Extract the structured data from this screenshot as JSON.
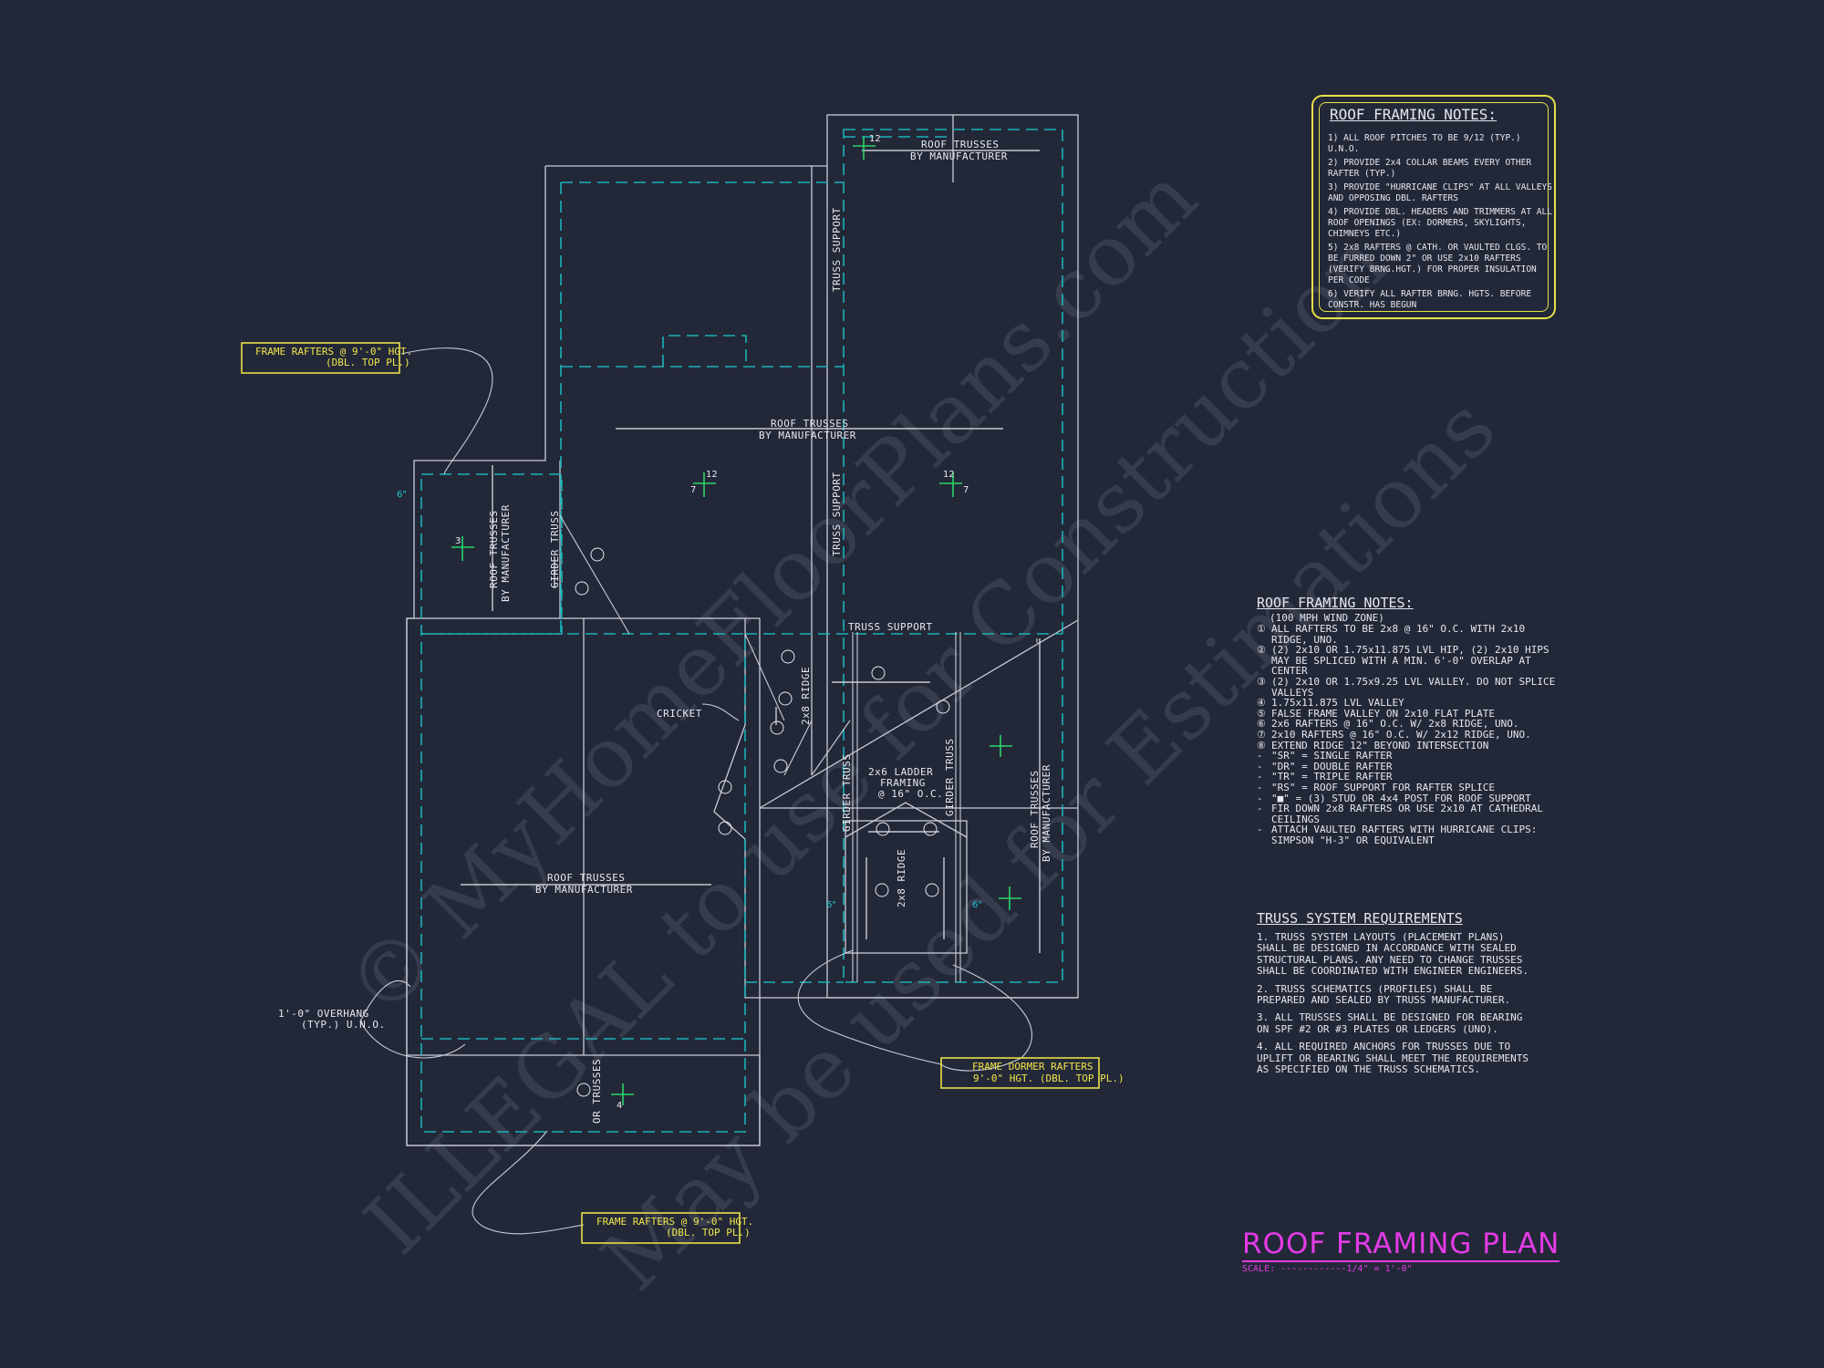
{
  "watermark": {
    "line1": "© MyHomeFloorPlans.com",
    "line2": "ILLEGAL to use for Construction",
    "line3": "May be used for Estimations"
  },
  "plan_labels": {
    "roof_trusses": "ROOF TRUSSES",
    "by_manufacturer": "BY MANUFACTURER",
    "truss_support": "TRUSS SUPPORT",
    "girder_truss": "GIRDER TRUSS",
    "ridge_2x8": "2x8 RIDGE",
    "cricket": "CRICKET",
    "ladder_1": "2x6 LADDER",
    "ladder_2": "FRAMING",
    "ladder_3": "@ 16\" O.C.",
    "or_trusses": "OR TRUSSES",
    "overhang_1": "1'-0\" OVERHANG",
    "overhang_2": "(TYP.) U.N.O.",
    "dim_6in": "6\"",
    "pitch_12": "12",
    "pitch_7": "7",
    "pitch_3": "3",
    "pitch_4": "4"
  },
  "callouts": {
    "top_left_1": "FRAME RAFTERS @ 9'-0\" HGT.",
    "top_left_2": "(DBL. TOP PL.)",
    "bottom_1": "FRAME RAFTERS @ 9'-0\" HGT.",
    "bottom_2": "(DBL. TOP PL.)",
    "dormer_1": "FRAME DORMER RAFTERS",
    "dormer_2": "9'-0\" HGT. (DBL. TOP PL.)"
  },
  "notes_box": {
    "title": "ROOF FRAMING NOTES:",
    "items": [
      "1) ALL ROOF PITCHES TO BE 9/12 (TYP.) U.N.O.",
      "2) PROVIDE 2x4 COLLAR BEAMS EVERY OTHER RAFTER (TYP.)",
      "3) PROVIDE \"HURRICANE CLIPS\" AT ALL VALLEYS AND OPPOSING DBL. RAFTERS",
      "4) PROVIDE DBL. HEADERS AND TRIMMERS AT ALL ROOF OPENINGS (EX: DORMERS, SKYLIGHTS, CHIMNEYS ETC.)",
      "5) 2x8 RAFTERS @ CATH. OR VAULTED CLGS. TO BE FURRED DOWN 2\" OR USE 2x10 RAFTERS (VERIFY BRNG.HGT.) FOR PROPER INSULATION PER CODE",
      "6) VERIFY ALL RAFTER BRNG. HGTS. BEFORE CONSTR. HAS BEGUN"
    ]
  },
  "notes_main": {
    "title": "ROOF FRAMING NOTES:",
    "subtitle": "(100 MPH WIND ZONE)",
    "items": [
      {
        "mark": "①",
        "text": "ALL RAFTERS TO BE 2x8 @ 16\" O.C. WITH 2x10 RIDGE, UNO."
      },
      {
        "mark": "②",
        "text": "(2) 2x10 OR 1.75x11.875 LVL HIP, (2) 2x10 HIPS MAY BE SPLICED WITH A MIN. 6'-0\" OVERLAP AT CENTER"
      },
      {
        "mark": "③",
        "text": "(2) 2x10 OR 1.75x9.25 LVL VALLEY. DO NOT SPLICE VALLEYS"
      },
      {
        "mark": "④",
        "text": "1.75x11.875 LVL VALLEY"
      },
      {
        "mark": "⑤",
        "text": "FALSE FRAME VALLEY ON 2x10 FLAT PLATE"
      },
      {
        "mark": "⑥",
        "text": "2x6 RAFTERS @ 16\" O.C. W/ 2x8 RIDGE, UNO."
      },
      {
        "mark": "⑦",
        "text": "2x10 RAFTERS @ 16\" O.C. W/ 2x12 RIDGE, UNO."
      },
      {
        "mark": "⑧",
        "text": "EXTEND RIDGE 12\" BEYOND INTERSECTION"
      },
      {
        "mark": "-",
        "text": "\"SR\" = SINGLE RAFTER"
      },
      {
        "mark": "-",
        "text": "\"DR\" = DOUBLE RAFTER"
      },
      {
        "mark": "-",
        "text": "\"TR\" = TRIPLE RAFTER"
      },
      {
        "mark": "-",
        "text": "\"RS\" = ROOF SUPPORT FOR RAFTER SPLICE"
      },
      {
        "mark": "-",
        "text": "\"■\" = (3) STUD OR 4x4 POST FOR ROOF SUPPORT"
      },
      {
        "mark": "-",
        "text": "FIR DOWN 2x8 RAFTERS OR USE 2x10 AT CATHEDRAL CEILINGS"
      },
      {
        "mark": "-",
        "text": "ATTACH VAULTED RAFTERS WITH HURRICANE CLIPS: SIMPSON \"H-3\" OR EQUIVALENT"
      }
    ]
  },
  "truss_requirements": {
    "title": "TRUSS SYSTEM REQUIREMENTS",
    "items": [
      "1. TRUSS SYSTEM LAYOUTS (PLACEMENT PLANS) SHALL BE DESIGNED IN ACCORDANCE WITH SEALED STRUCTURAL PLANS. ANY NEED TO CHANGE TRUSSES SHALL BE COORDINATED WITH ENGINEER ENGINEERS.",
      "2. TRUSS SCHEMATICS (PROFILES) SHALL BE PREPARED AND SEALED BY TRUSS MANUFACTURER.",
      "3. ALL TRUSSES SHALL BE DESIGNED FOR BEARING ON SPF #2 OR #3 PLATES OR LEDGERS (UNO).",
      "4. ALL REQUIRED ANCHORS FOR TRUSSES DUE TO UPLIFT OR BEARING SHALL MEET THE REQUIREMENTS AS SPECIFIED ON THE TRUSS SCHEMATICS."
    ]
  },
  "title_block": {
    "title": "ROOF FRAMING PLAN",
    "scale": "SCALE: ------------1/4\" = 1'-0\""
  },
  "colors": {
    "background": "#232838",
    "wall_line": "#c9ccd6",
    "truss_dashed": "#19b3b8",
    "callout": "#f1e64a",
    "title": "#e43be6"
  }
}
